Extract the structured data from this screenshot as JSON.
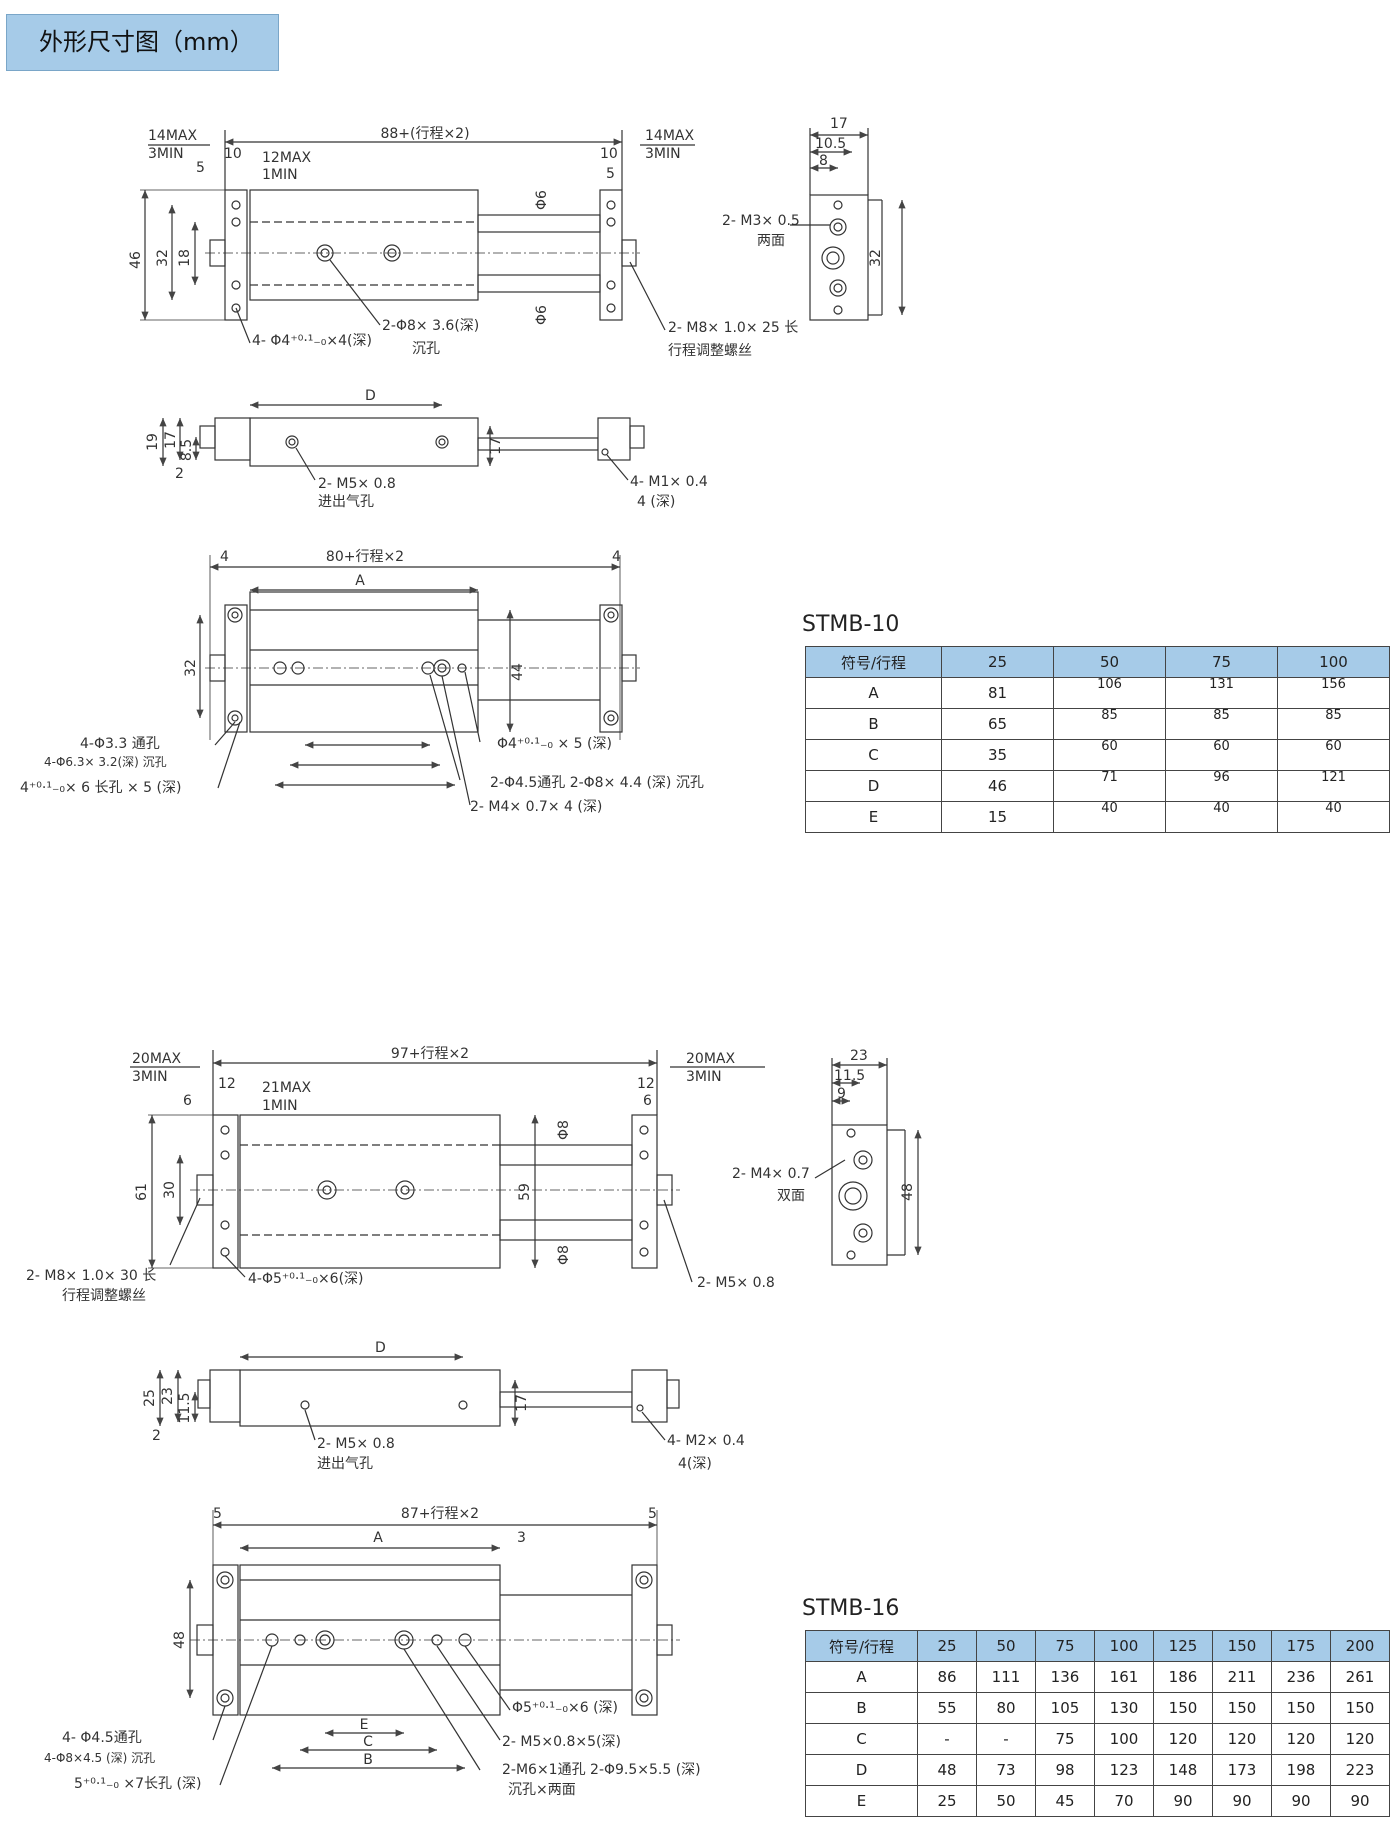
{
  "title": "外形尺寸图（mm）",
  "stmb10": {
    "model": "STMB-10",
    "top_view": {
      "overall": "88+(行程×2)",
      "left_stop": [
        "14MAX",
        "3MIN"
      ],
      "right_stop": [
        "14MAX",
        "3MIN"
      ],
      "rod_ext": [
        "12MAX",
        "1MIN"
      ],
      "dim_10_left": "10",
      "dim_5_left": "5",
      "dim_10_right": "10",
      "dim_5_right": "5",
      "h46": "46",
      "h32": "32",
      "h18": "18",
      "phi6_top": "Φ6",
      "phi6_bottom": "Φ6",
      "hole_4": "4- Φ4⁺⁰·¹₋₀×4(深)",
      "hole_counterbore": "2-Φ8× 3.6(深)",
      "hole_counterbore_2": "沉孔",
      "stroke_screw": "2- M8× 1.0× 25 长",
      "stroke_screw_2": "行程调整螺丝"
    },
    "end_view": {
      "w17": "17",
      "w10_5": "10.5",
      "w8": "8",
      "h32": "32",
      "thread": "2- M3× 0.5",
      "thread_2": "两面"
    },
    "side_view": {
      "D": "D",
      "h19": "19",
      "h17": "17",
      "h8_5": "8.5",
      "h2": "2",
      "h17b": "17",
      "port": "2- M5× 0.8",
      "port_2": "进出气孔",
      "thread": "4- M1× 0.4",
      "thread_2": "4 (深)"
    },
    "bottom_view": {
      "overall": "80+行程×2",
      "A": "A",
      "d4_left": "4",
      "d4_right": "4",
      "h32": "32",
      "h44": "44",
      "hole_through": "4-Φ3.3 通孔",
      "hole_through_2": "4-Φ6.3× 3.2(深) 沉孔",
      "slot": "4⁺⁰·¹₋₀× 6 长孔 × 5 (深)",
      "pin": "Φ4⁺⁰·¹₋₀ × 5 (深)",
      "hole_pair": "2-Φ4.5通孔 2-Φ8× 4.4 (深) 沉孔",
      "thread": "2- M4× 0.7× 4 (深)"
    },
    "table": {
      "header": [
        "符号/行程",
        "25",
        "50",
        "75",
        "100"
      ],
      "rows": [
        [
          "A",
          "81",
          "106",
          "131",
          "156"
        ],
        [
          "B",
          "65",
          "85",
          "85",
          "85"
        ],
        [
          "C",
          "35",
          "60",
          "60",
          "60"
        ],
        [
          "D",
          "46",
          "71",
          "96",
          "121"
        ],
        [
          "E",
          "15",
          "40",
          "40",
          "40"
        ]
      ]
    }
  },
  "stmb16": {
    "model": "STMB-16",
    "top_view": {
      "overall": "97+行程×2",
      "left_stop": [
        "20MAX",
        "3MIN"
      ],
      "right_stop": [
        "20MAX",
        "3MIN"
      ],
      "rod_ext": [
        "21MAX",
        "1MIN"
      ],
      "dim_12_left": "12",
      "dim_6_left": "6",
      "dim_12_right": "12",
      "dim_6_right": "6",
      "h61": "61",
      "h30": "30",
      "h59": "59",
      "phi8_top": "Φ8",
      "phi8_bottom": "Φ8",
      "stroke_screw": "2- M8× 1.0× 30 长",
      "stroke_screw_2": "行程调整螺丝",
      "hole_4": "4-Φ5⁺⁰·¹₋₀×6(深)",
      "thread": "2- M5× 0.8"
    },
    "end_view": {
      "w23": "23",
      "w11_5": "11.5",
      "w9": "9",
      "h48": "48",
      "thread": "2- M4× 0.7",
      "thread_2": "双面"
    },
    "side_view": {
      "D": "D",
      "h25": "25",
      "h23": "23",
      "h11_5": "11.5",
      "h2": "2",
      "h17": "17",
      "port": "2- M5× 0.8",
      "port_2": "进出气孔",
      "thread": "4- M2× 0.4",
      "thread_2": "4(深)"
    },
    "bottom_view": {
      "overall": "87+行程×2",
      "A": "A",
      "d5_left": "5",
      "d5_right": "5",
      "d3": "3",
      "h48": "48",
      "E": "E",
      "C": "C",
      "B": "B",
      "hole_through": "4- Φ4.5通孔",
      "hole_through_2": "4-Φ8×4.5 (深) 沉孔",
      "slot": "5⁺⁰·¹₋₀ ×7长孔 (深)",
      "pin": "Φ5⁺⁰·¹₋₀×6 (深)",
      "thread": "2- M5×0.8×5(深)",
      "hole_pair": "2-M6×1通孔 2-Φ9.5×5.5 (深)",
      "hole_pair_2": "沉孔×两面"
    },
    "table": {
      "header": [
        "符号/行程",
        "25",
        "50",
        "75",
        "100",
        "125",
        "150",
        "175",
        "200"
      ],
      "rows": [
        [
          "A",
          "86",
          "111",
          "136",
          "161",
          "186",
          "211",
          "236",
          "261"
        ],
        [
          "B",
          "55",
          "80",
          "105",
          "130",
          "150",
          "150",
          "150",
          "150"
        ],
        [
          "C",
          "-",
          "-",
          "75",
          "100",
          "120",
          "120",
          "120",
          "120"
        ],
        [
          "D",
          "48",
          "73",
          "98",
          "123",
          "148",
          "173",
          "198",
          "223"
        ],
        [
          "E",
          "25",
          "50",
          "45",
          "70",
          "90",
          "90",
          "90",
          "90"
        ]
      ]
    }
  }
}
